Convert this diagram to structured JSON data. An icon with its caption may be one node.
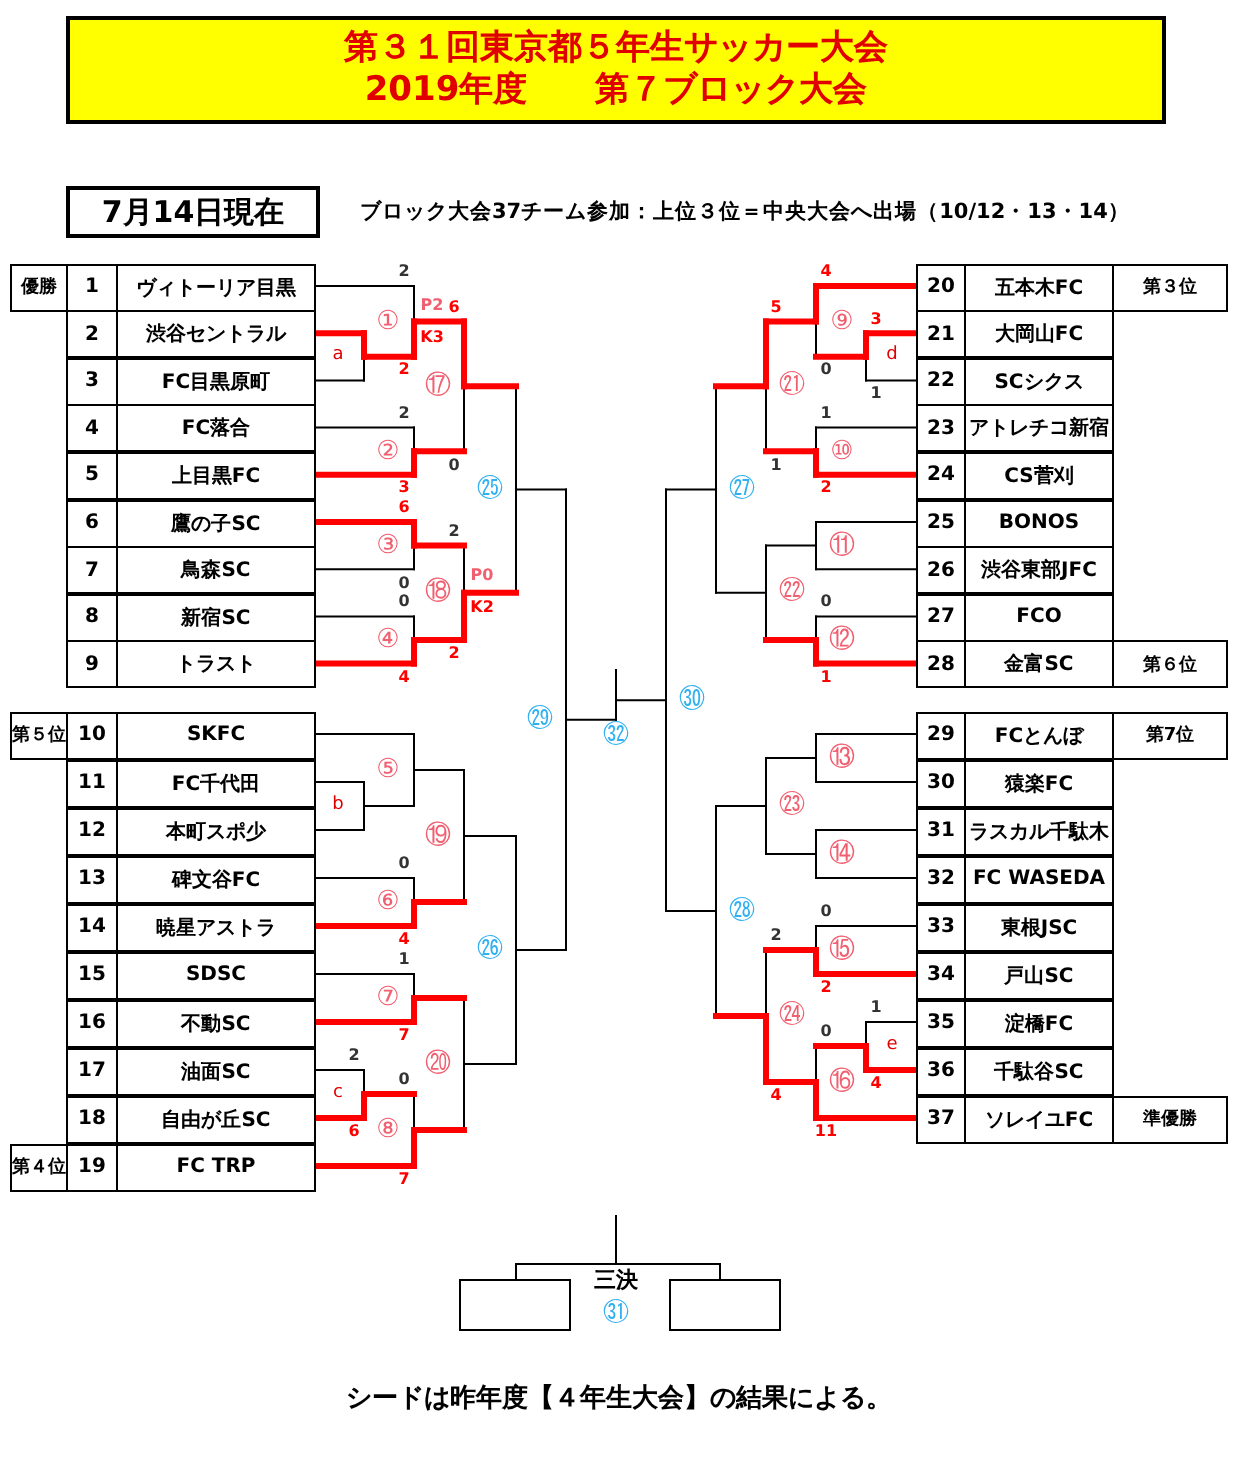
{
  "diagram": {
    "title": "第３１回東京都５年生サッカー大会 2019年度　　第７ブロック大会",
    "caption": "シードは昨年度【４年生大会】の結果による。",
    "labels": [
      "7月14日現在",
      "ブロック大会37チーム参加：上位３位＝中央大会へ出場（10/12・13・14）",
      "優勝",
      "1",
      "ヴィトーリア目黒",
      "2",
      "渋谷セントラル",
      "3",
      "FC目黒原町",
      "4",
      "FC落合",
      "5",
      "上目黒FC",
      "6",
      "鷹の子SC",
      "7",
      "鳥森SC",
      "8",
      "新宿SC",
      "9",
      "トラスト",
      "第５位",
      "10",
      "SKFC",
      "11",
      "FC千代田",
      "12",
      "本町スポ少",
      "13",
      "碑文谷FC",
      "14",
      "暁星アストラ",
      "15",
      "SDSC",
      "16",
      "不動SC",
      "17",
      "油面SC",
      "18",
      "自由が丘SC",
      "第４位",
      "19",
      "FC TRP",
      "20",
      "五本木FC",
      "第３位",
      "21",
      "大岡山FC",
      "22",
      "SCシクス",
      "23",
      "アトレチコ新宿",
      "24",
      "CS菅刈",
      "25",
      "BONOS",
      "26",
      "渋谷東部JFC",
      "27",
      "FCO",
      "28",
      "金富SC",
      "第６位",
      "29",
      "FCとんぼ",
      "第7位",
      "30",
      "猿楽FC",
      "31",
      "ラスカル千駄木",
      "32",
      "FC WASEDA",
      "33",
      "東根JSC",
      "34",
      "戸山SC",
      "35",
      "淀橋FC",
      "36",
      "千駄谷SC",
      "37",
      "ソレイユFC",
      "準優勝",
      "a",
      "①",
      "2",
      "2",
      "P2",
      "K3",
      "②",
      "2",
      "3",
      "③",
      "6",
      "0",
      "④",
      "0",
      "4",
      "⑰",
      "6",
      "0",
      "⑱",
      "2",
      "2",
      "P0",
      "K2",
      "㉕",
      "b",
      "⑤",
      "⑥",
      "0",
      "4",
      "⑦",
      "1",
      "7",
      "c",
      "2",
      "6",
      "⑧",
      "0",
      "7",
      "⑲",
      "⑳",
      "㉖",
      "㉙",
      "㉜",
      "㉚",
      "d",
      "3",
      "1",
      "⑨",
      "4",
      "0",
      "⑩",
      "1",
      "2",
      "⑪",
      "⑫",
      "0",
      "1",
      "㉑",
      "5",
      "1",
      "㉒",
      "㉗",
      "⑬",
      "⑭",
      "㉓",
      "⑮",
      "0",
      "2",
      "e",
      "1",
      "4",
      "⑯",
      "0",
      "11",
      "㉔",
      "2",
      "4",
      "㉘",
      "三決",
      "㉛"
    ]
  }
}
